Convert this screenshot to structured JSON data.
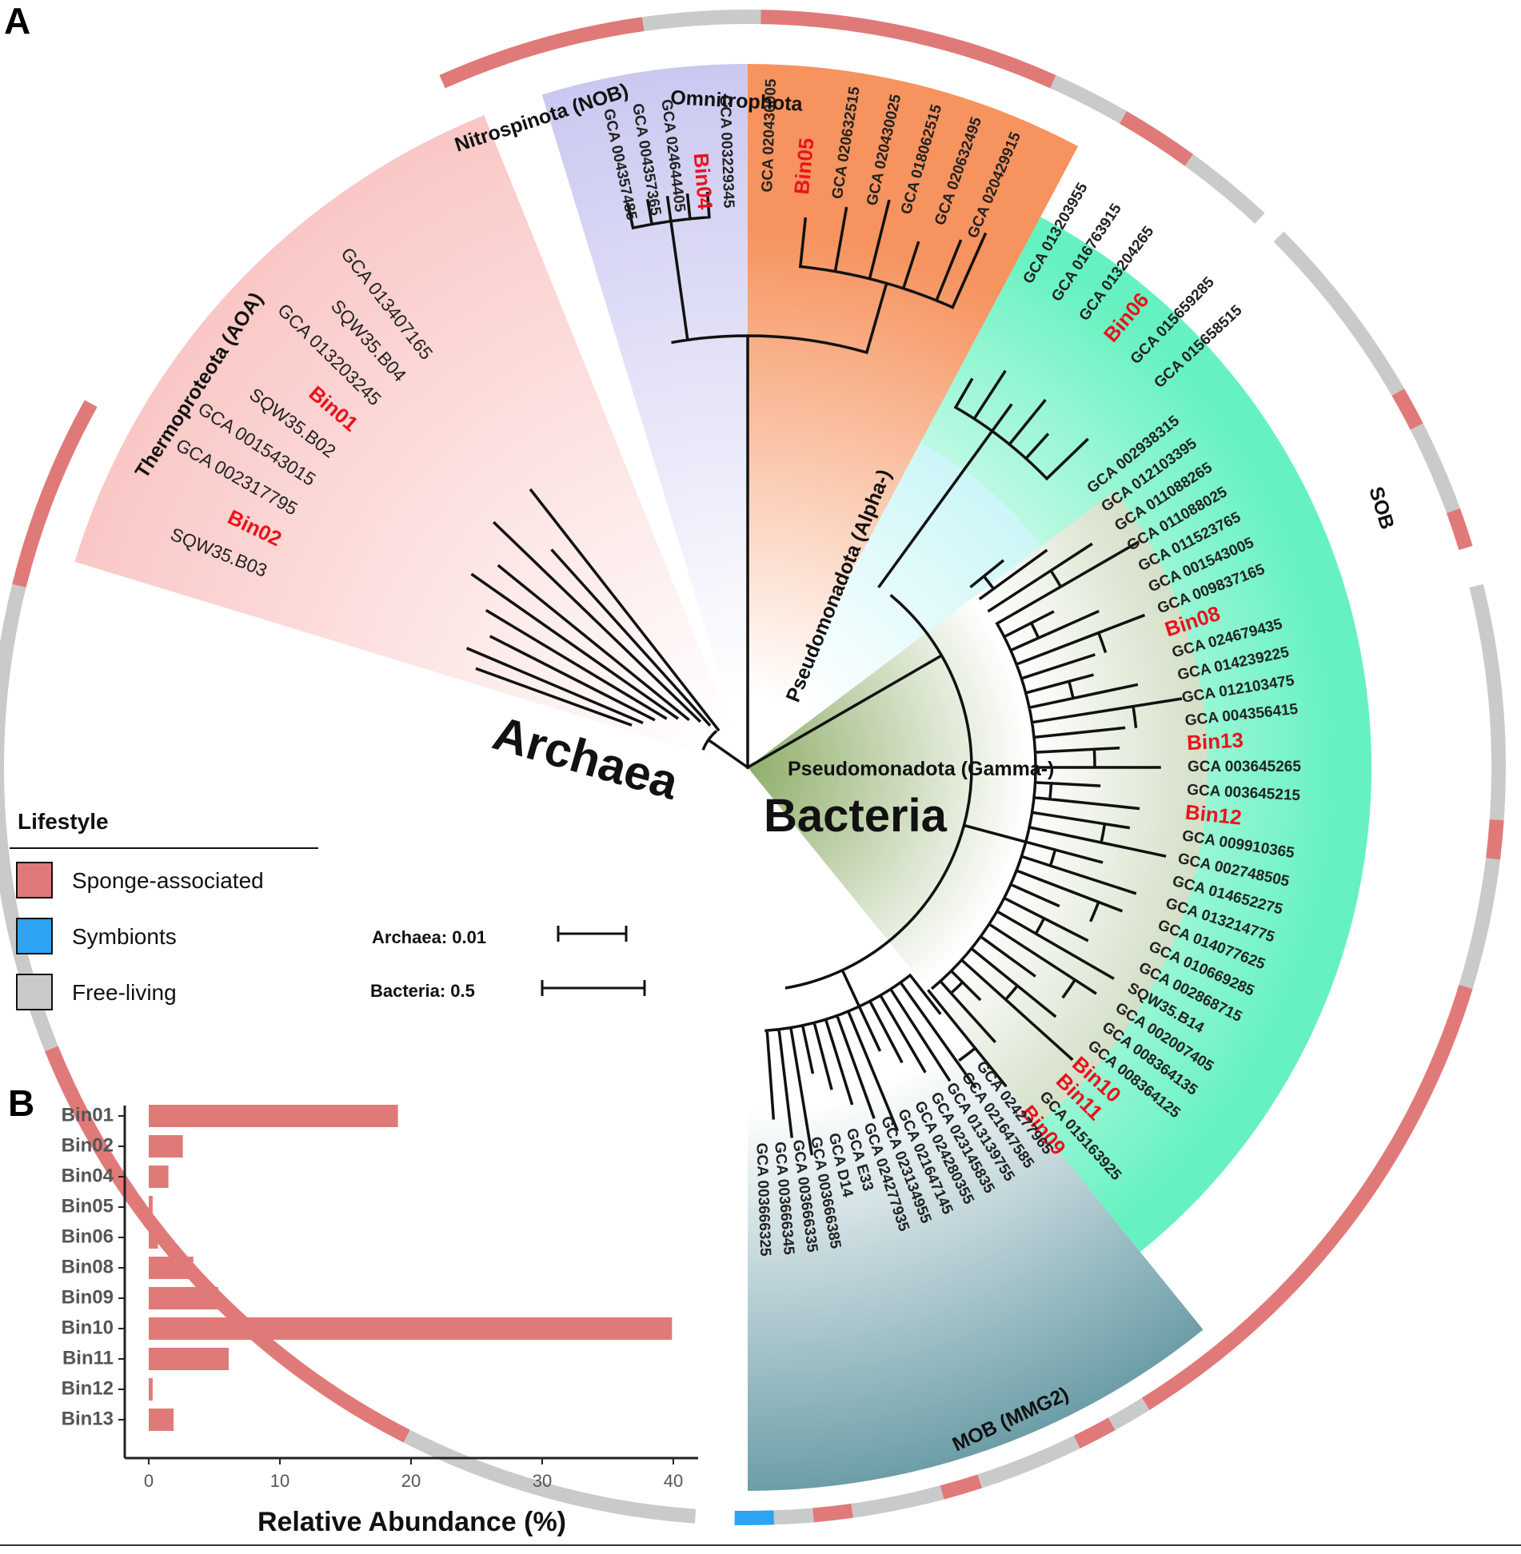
{
  "panels": {
    "a": "A",
    "b": "B"
  },
  "domains": {
    "archaea": "Archaea",
    "bacteria": "Bacteria"
  },
  "clades": {
    "aoa": "Thermoproteota (AOA)",
    "nob": "Nitrospinota (NOB)",
    "omni": "Omnitrophota",
    "alpha": "Pseudomonadota (Alpha-)",
    "gamma": "Pseudomonadota (Gamma-)",
    "sob": "SOB",
    "mob": "MOB (MMG2)"
  },
  "colors": {
    "aoa": "#f9c6c4",
    "nob": "#c9c7f0",
    "omni": "#f6935e",
    "sob": "#66f2c0",
    "alpha": "#c6f5f6",
    "gamma": "#8fae6a",
    "mob": "#5f95a0",
    "sponge": "#e07a78",
    "symbiont": "#2ea3f2",
    "free": "#c9cbcb",
    "bin_text": "#e8141c"
  },
  "leaves": {
    "archaea": [
      "GCA 013407165",
      "SQW35.B04",
      "GCA 013203245",
      "Bin01",
      "SQW35.B02",
      "GCA 001543015",
      "GCA 002317795",
      "Bin02",
      "SQW35.B03"
    ],
    "nob": [
      "GCA 004357485",
      "GCA 004357365",
      "GCA 024644405",
      "Bin04",
      "GCA 003229345"
    ],
    "omni": [
      "GCA 020430005",
      "Bin05",
      "GCA 020632515",
      "GCA 020430025",
      "GCA 018062515",
      "GCA 020632495",
      "GCA 020429915"
    ],
    "alpha": [
      "GCA 013203955",
      "GCA 016763915",
      "GCA 013204265",
      "Bin06",
      "GCA 015659285",
      "GCA 015658515"
    ],
    "sob": [
      "GCA 002938315",
      "GCA 012103395",
      "GCA 011088265",
      "GCA 011088025",
      "GCA 011523765",
      "GCA 001543005",
      "GCA 009837165",
      "Bin08",
      "GCA 024679435",
      "GCA 014239225",
      "GCA 012103475",
      "GCA 004356415",
      "Bin13",
      "GCA 003645265",
      "GCA 003645215",
      "Bin12",
      "GCA 009910365",
      "GCA 002748505",
      "GCA 014652275",
      "GCA 013214775",
      "GCA 014077625",
      "GCA 010669285",
      "GCA 002868715",
      "SQW35.B14",
      "GCA 002007405",
      "GCA 008364135",
      "GCA 008364125",
      "Bin10",
      "Bin11",
      "GCA 015163925",
      "Bin09"
    ],
    "mob": [
      "GCA 024277965",
      "GCA 021647585",
      "GCA 013139755",
      "GCA 023145835",
      "GCA 024280355",
      "GCA 021647145",
      "GCA 023134955",
      "GCA 024277935",
      "GCA E33",
      "GCA D14",
      "GCA 003666385",
      "GCA 003666335",
      "GCA 003666345",
      "GCA 003666325"
    ]
  },
  "lifestyle_ring": [
    {
      "from": 246,
      "to": 262,
      "type": "sponge"
    },
    {
      "from": 262,
      "to": 271,
      "type": "free"
    },
    {
      "from": 271,
      "to": 294,
      "type": "sponge"
    },
    {
      "from": 294,
      "to": 300,
      "type": "free"
    },
    {
      "from": 300,
      "to": 306,
      "type": "sponge"
    },
    {
      "from": 306,
      "to": 313,
      "type": "free"
    },
    {
      "from": 315,
      "to": 330,
      "type": "free"
    },
    {
      "from": 330,
      "to": 333,
      "type": "sponge"
    },
    {
      "from": 333,
      "to": 340,
      "type": "free"
    },
    {
      "from": 340,
      "to": 343,
      "type": "sponge"
    },
    {
      "from": 346,
      "to": 364,
      "type": "free"
    },
    {
      "from": 364,
      "to": 367,
      "type": "sponge"
    },
    {
      "from": 367,
      "to": 377,
      "type": "free"
    },
    {
      "from": 377,
      "to": 418,
      "type": "sponge"
    },
    {
      "from": 418,
      "to": 421,
      "type": "free"
    },
    {
      "from": 421,
      "to": 424,
      "type": "sponge"
    },
    {
      "from": 424,
      "to": 432,
      "type": "free"
    },
    {
      "from": 432,
      "to": 435,
      "type": "sponge"
    },
    {
      "from": 435,
      "to": 442,
      "type": "free"
    },
    {
      "from": 442,
      "to": 445,
      "type": "sponge"
    },
    {
      "from": 445,
      "to": 448,
      "type": "free"
    },
    {
      "from": 448,
      "to": 451,
      "type": "symbiont"
    },
    {
      "from": 454,
      "to": 477,
      "type": "free"
    },
    {
      "from": 477,
      "to": 518,
      "type": "sponge"
    },
    {
      "from": 518,
      "to": 554,
      "type": "free"
    },
    {
      "from": 554,
      "to": 569,
      "type": "sponge"
    }
  ],
  "legend": {
    "title": "Lifestyle",
    "items": [
      {
        "label": "Sponge-associated",
        "color": "#e07a78"
      },
      {
        "label": "Symbionts",
        "color": "#2ea3f2"
      },
      {
        "label": "Free-living",
        "color": "#c9cbcb"
      }
    ]
  },
  "scale_bars": [
    {
      "label": "Archaea: 0.01"
    },
    {
      "label": "Bacteria: 0.5"
    }
  ],
  "chart_data": {
    "type": "bar",
    "orientation": "horizontal",
    "categories": [
      "Bin01",
      "Bin02",
      "Bin04",
      "Bin05",
      "Bin06",
      "Bin08",
      "Bin09",
      "Bin10",
      "Bin11",
      "Bin12",
      "Bin13"
    ],
    "values": [
      19.0,
      2.6,
      1.5,
      0.3,
      0.7,
      3.4,
      5.3,
      39.9,
      6.1,
      0.3,
      1.9
    ],
    "xlabel": "Relative Abundance (%)",
    "xlim": [
      0,
      42
    ],
    "xticks": [
      0,
      10,
      20,
      30,
      40
    ],
    "bar_color": "#e07a78"
  }
}
